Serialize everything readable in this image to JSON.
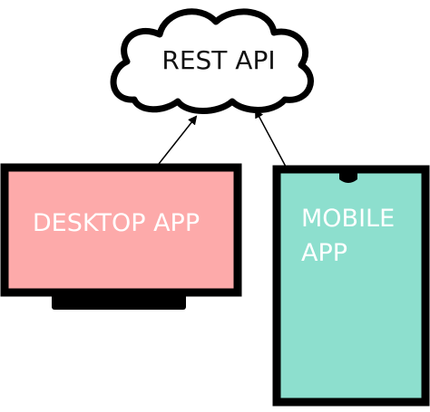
{
  "diagram": {
    "cloud": {
      "label": "REST API"
    },
    "desktop": {
      "label": "DESKTOP APP",
      "screen_color": "#fdaaaa"
    },
    "mobile": {
      "label_line1": "MOBILE",
      "label_line2": "APP",
      "screen_color": "#8ddfce"
    },
    "colors": {
      "stroke": "#000000",
      "text_on_device": "#ffffff",
      "background": "#ffffff"
    }
  }
}
